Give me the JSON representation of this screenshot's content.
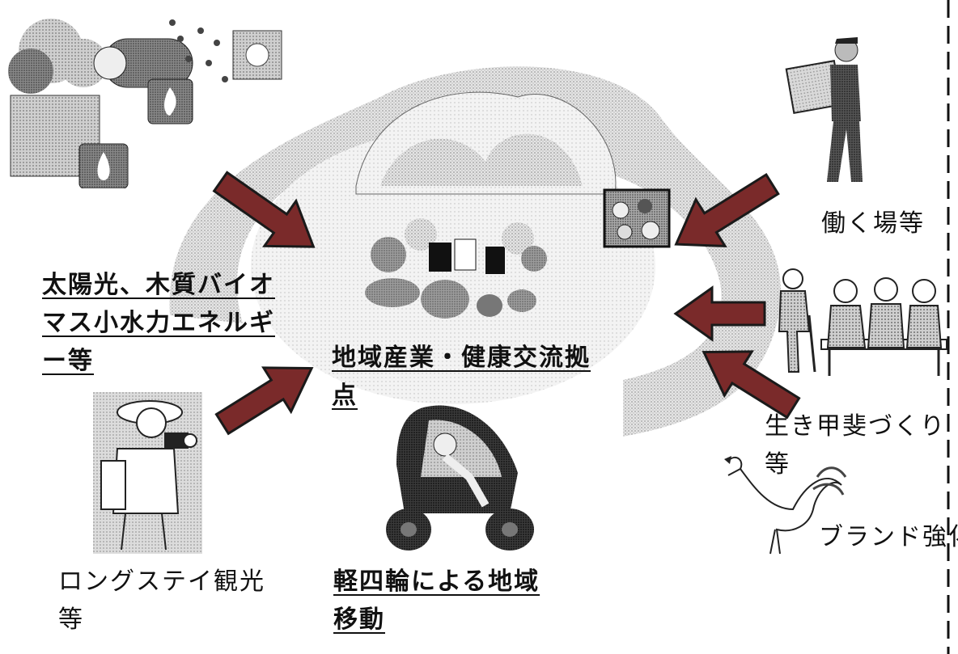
{
  "labels": {
    "energy": [
      "太陽光、木質バイオ",
      "マス小水力エネルギ",
      "ー等"
    ],
    "hub": [
      "地域産業・健康交流拠",
      "点"
    ],
    "work": "働く場等",
    "purpose": [
      "生き甲斐づくり",
      "等"
    ],
    "brand": "ブランド強化",
    "tourism": [
      "ロングステイ観光",
      "等"
    ],
    "mobility": [
      "軽四輪による地域",
      "移動"
    ]
  },
  "icons": {
    "energy": "renewable-energy-illustration",
    "hub": "village-hub-illustration",
    "worker": "delivery-worker-illustration",
    "food": "bento-food-illustration",
    "elders": "elderly-people-illustration",
    "rooster": "rooster-illustration",
    "photographer": "photographer-illustration",
    "vehicle": "micro-car-illustration"
  },
  "colors": {
    "arrow_fill": "#7a2a2a",
    "arrow_stroke": "#1a1a1a",
    "swirl": "#c9c9c9",
    "text": "#111111"
  }
}
